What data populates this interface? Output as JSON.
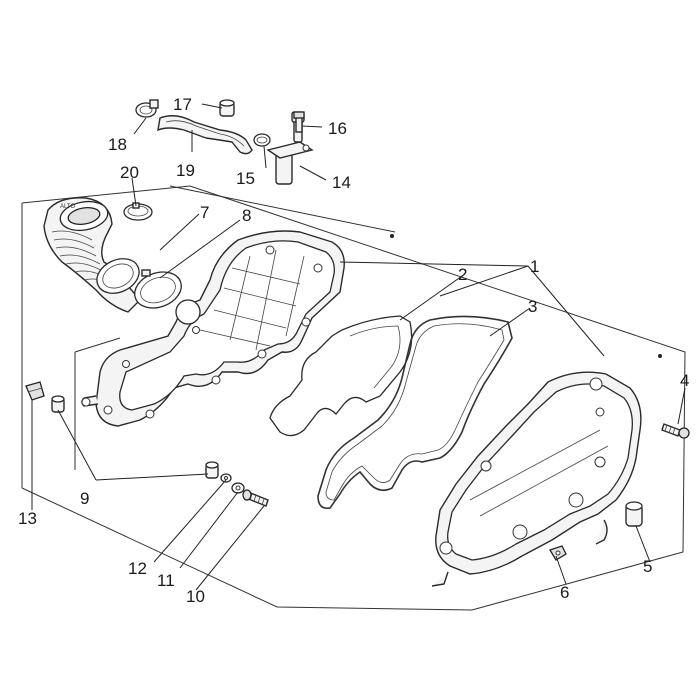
{
  "diagram": {
    "labels": [
      {
        "id": "1",
        "text": "1"
      },
      {
        "id": "2",
        "text": "2"
      },
      {
        "id": "3",
        "text": "3"
      },
      {
        "id": "4",
        "text": "4"
      },
      {
        "id": "5",
        "text": "5"
      },
      {
        "id": "6",
        "text": "6"
      },
      {
        "id": "7",
        "text": "7"
      },
      {
        "id": "8",
        "text": "8"
      },
      {
        "id": "9",
        "text": "9"
      },
      {
        "id": "10",
        "text": "10"
      },
      {
        "id": "11",
        "text": "11"
      },
      {
        "id": "12",
        "text": "12"
      },
      {
        "id": "13",
        "text": "13"
      },
      {
        "id": "14",
        "text": "14"
      },
      {
        "id": "15",
        "text": "15"
      },
      {
        "id": "16",
        "text": "16"
      },
      {
        "id": "17",
        "text": "17"
      },
      {
        "id": "18",
        "text": "18"
      },
      {
        "id": "19",
        "text": "19"
      },
      {
        "id": "20",
        "text": "20"
      }
    ],
    "duct_marking": "ALTO"
  }
}
